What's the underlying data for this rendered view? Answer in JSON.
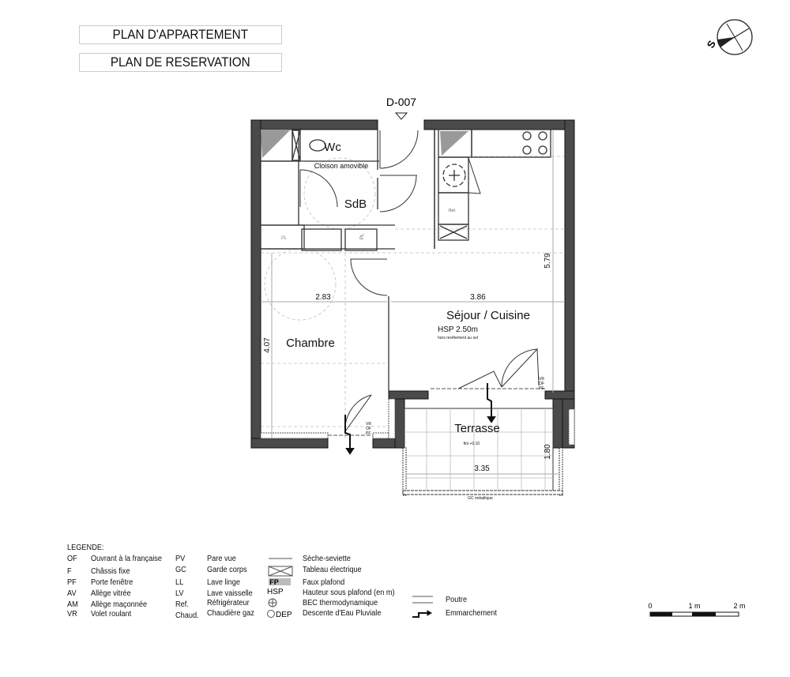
{
  "titles": {
    "plan_appartement": "PLAN D'APPARTEMENT",
    "plan_reservation": "PLAN DE RESERVATION"
  },
  "compass": {
    "label": "S"
  },
  "unit": {
    "id": "D-007"
  },
  "rooms": {
    "wc": "Wc",
    "cloison": "Cloison amovible",
    "sdb": "SdB",
    "sejour": "Séjour / Cuisine",
    "hsp": "HSP 2.50m",
    "hsp_note": "hors revêtement au sol",
    "chambre": "Chambre",
    "terrasse": "Terrasse",
    "terrasse_note": "fini +0.10",
    "gc": "GC métallique",
    "pl1": "PL",
    "pl2": "PL",
    "ref": "Ref."
  },
  "dimensions": {
    "d1": "2.83",
    "d2": "3.86",
    "d3": "5.79",
    "d4": "4.07",
    "d5": "3.35",
    "d6": "1.80"
  },
  "window_tags": {
    "tag1": [
      "VR",
      "OF",
      "PF"
    ],
    "tag2": [
      "VR",
      "OF",
      "PF"
    ]
  },
  "legend": {
    "title": "LEGENDE:",
    "col1": [
      {
        "code": "OF",
        "label": "Ouvrant à la française"
      },
      {
        "code": "F",
        "label": "Châssis fixe"
      },
      {
        "code": "PF",
        "label": "Porte fenêtre"
      },
      {
        "code": "AV",
        "label": "Allège vitrée"
      },
      {
        "code": "AM",
        "label": "Allège maçonnée"
      },
      {
        "code": "VR",
        "label": "Volet roulant"
      }
    ],
    "col2": [
      {
        "code": "PV",
        "label": "Pare vue"
      },
      {
        "code": "GC",
        "label": "Garde corps"
      },
      {
        "code": "LL",
        "label": "Lave linge"
      },
      {
        "code": "LV",
        "label": "Lave vaisselle"
      },
      {
        "code": "Ref.",
        "label": "Réfrigérateur"
      },
      {
        "code": "Chaud.",
        "label": "Chaudière gaz"
      }
    ],
    "col3": [
      {
        "symbol": "",
        "label": "Sèche-seviette"
      },
      {
        "symbol": "",
        "label": "Tableau électrique"
      },
      {
        "symbol": "FP",
        "label": "Faux plafond"
      },
      {
        "symbol": "HSP",
        "label": "Hauteur sous plafond (en m)"
      },
      {
        "symbol": "",
        "label": "BEC thermodynamique"
      },
      {
        "symbol": "DEP",
        "label": "Descente d'Eau Pluviale"
      }
    ],
    "col4": [
      {
        "label": "Poutre"
      },
      {
        "label": "Emmarchement"
      }
    ]
  },
  "scale": {
    "ticks": [
      "0",
      "1 m",
      "2 m"
    ]
  }
}
